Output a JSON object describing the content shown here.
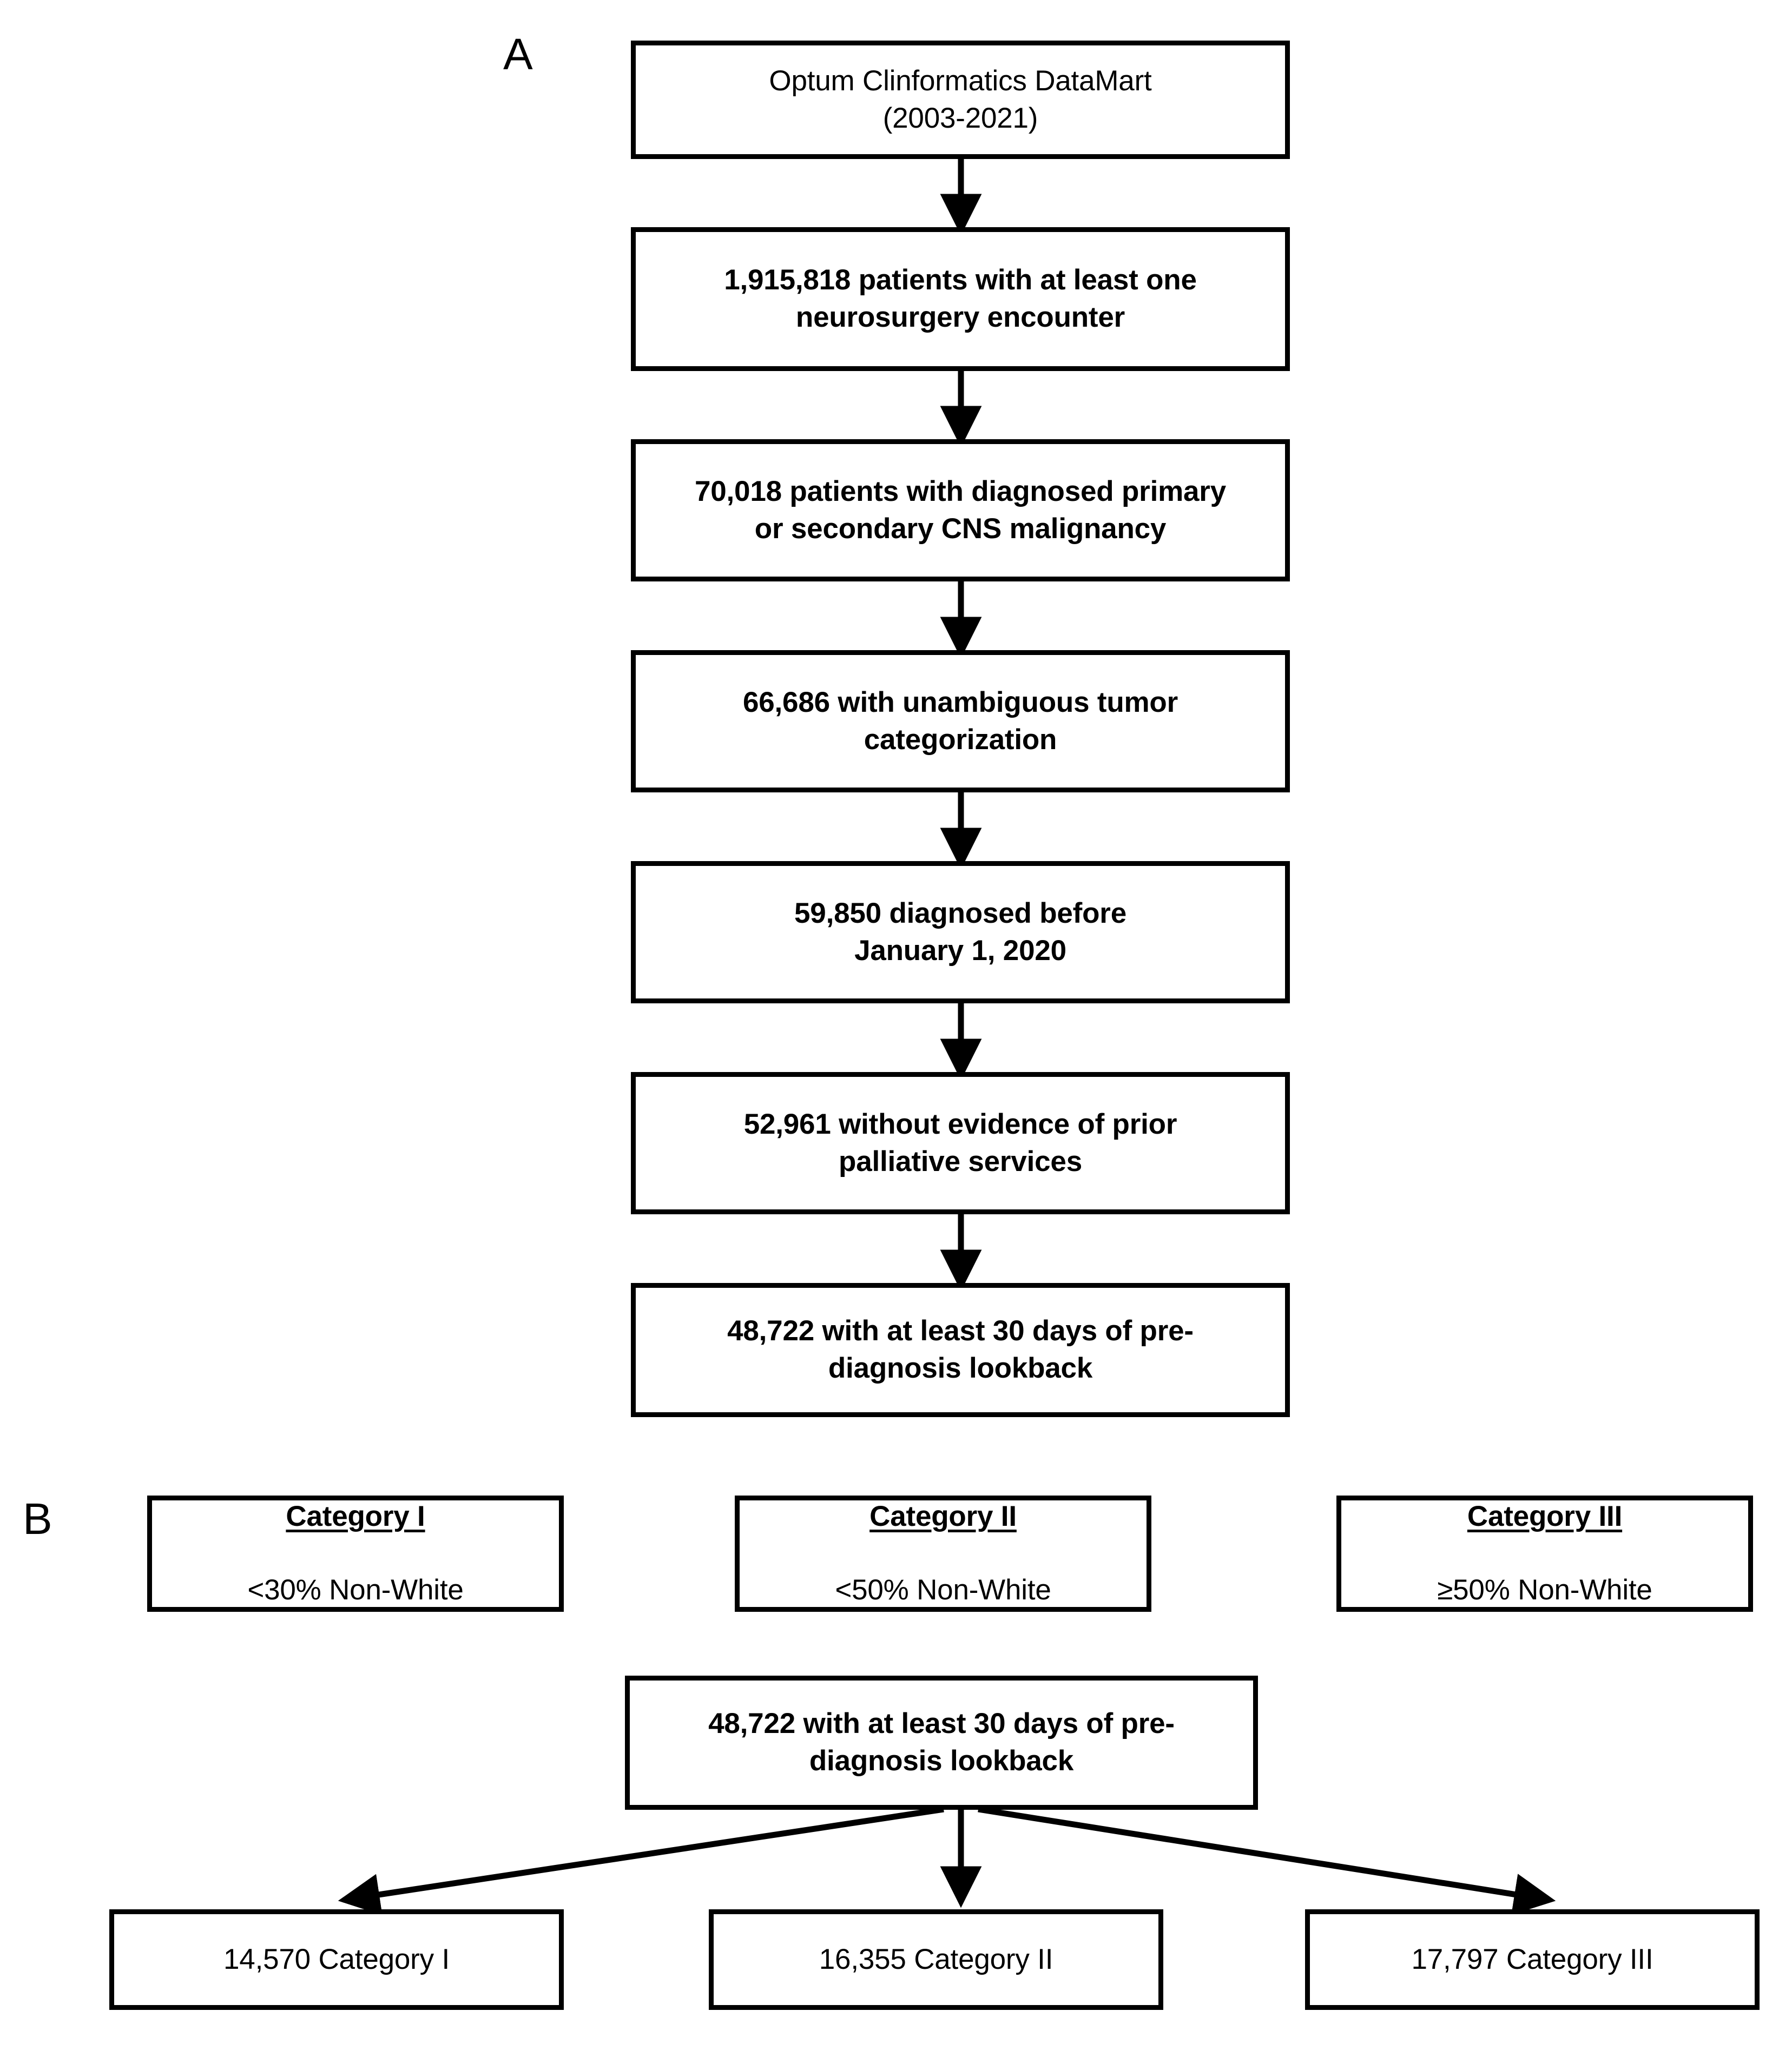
{
  "figure": {
    "panels": [
      {
        "id": "A",
        "label": "A"
      },
      {
        "id": "B",
        "label": "B"
      }
    ]
  },
  "panel_a": {
    "label": "A",
    "nodes": [
      {
        "id": "source",
        "text": "Optum Clinformatics DataMart\n(2003-2021)",
        "bold": false
      },
      {
        "id": "neurosurgery",
        "text": "1,915,818 patients with at least one\nneurosurgery encounter",
        "bold": true
      },
      {
        "id": "cns",
        "text": "70,018 patients with diagnosed primary\nor secondary CNS malignancy",
        "bold": true
      },
      {
        "id": "unambiguous",
        "text": "66,686 with unambiguous tumor\ncategorization",
        "bold": true
      },
      {
        "id": "before2020",
        "text": "59,850 diagnosed before\nJanuary 1, 2020",
        "bold": true
      },
      {
        "id": "nopalliative",
        "text": "52,961 without evidence of prior\npalliative services",
        "bold": true
      },
      {
        "id": "lookback",
        "text": "48,722 with at least 30 days of pre-\ndiagnosis lookback",
        "bold": true
      }
    ]
  },
  "panel_b": {
    "label": "B",
    "legend": [
      {
        "id": "cat1",
        "title": "Category I",
        "subtitle": "<30% Non-White"
      },
      {
        "id": "cat2",
        "title": "Category II",
        "subtitle": "<50% Non-White"
      },
      {
        "id": "cat3",
        "title": "Category III",
        "subtitle": "≥50% Non-White"
      }
    ],
    "root": {
      "id": "lookback-b",
      "text": "48,722 with at least 30 days of pre-\ndiagnosis lookback"
    },
    "children": [
      {
        "id": "cat1-count",
        "text": "14,570 Category I"
      },
      {
        "id": "cat2-count",
        "text": "16,355 Category II"
      },
      {
        "id": "cat3-count",
        "text": "17,797 Category III"
      }
    ]
  },
  "style": {
    "stroke": "#000000",
    "background": "#ffffff",
    "text_color": "#000000"
  }
}
